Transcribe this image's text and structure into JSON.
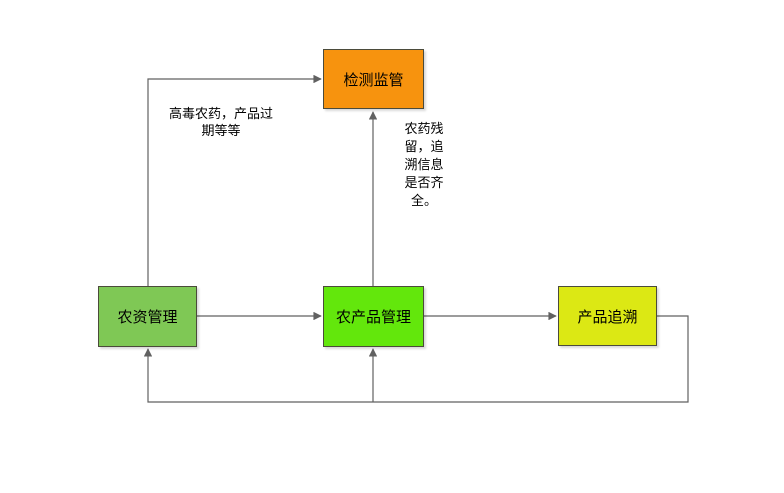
{
  "theme": {
    "line-color": "#616161",
    "border-color": "#4B4B3B",
    "canvas-bg": "#FFFFFF",
    "text-color": "#000000"
  },
  "diagram": {
    "type": "flowchart",
    "nodes": [
      {
        "id": "detection-supervision",
        "label": "检测监管",
        "color": "#F7930E"
      },
      {
        "id": "agri-material-management",
        "label": "农资管理",
        "color": "#7FC855"
      },
      {
        "id": "agri-product-management",
        "label": "农产品管理",
        "color": "#63E70C"
      },
      {
        "id": "product-traceability",
        "label": "产品追溯",
        "color": "#DCE814"
      }
    ],
    "edge_labels": [
      {
        "id": "toxic-expired",
        "text": "高毒农药，产品过\n期等等"
      },
      {
        "id": "residue-tracing",
        "text": "农药残\n留，追\n溯信息\n是否齐\n全。"
      }
    ],
    "edges": [
      {
        "from": "agri-material-management",
        "to": "detection-supervision"
      },
      {
        "from": "agri-product-management",
        "to": "detection-supervision"
      },
      {
        "from": "agri-material-management",
        "to": "agri-product-management"
      },
      {
        "from": "agri-product-management",
        "to": "product-traceability"
      },
      {
        "from": "product-traceability",
        "to": "agri-material-management"
      },
      {
        "from": "product-traceability",
        "to": "agri-product-management"
      }
    ]
  }
}
